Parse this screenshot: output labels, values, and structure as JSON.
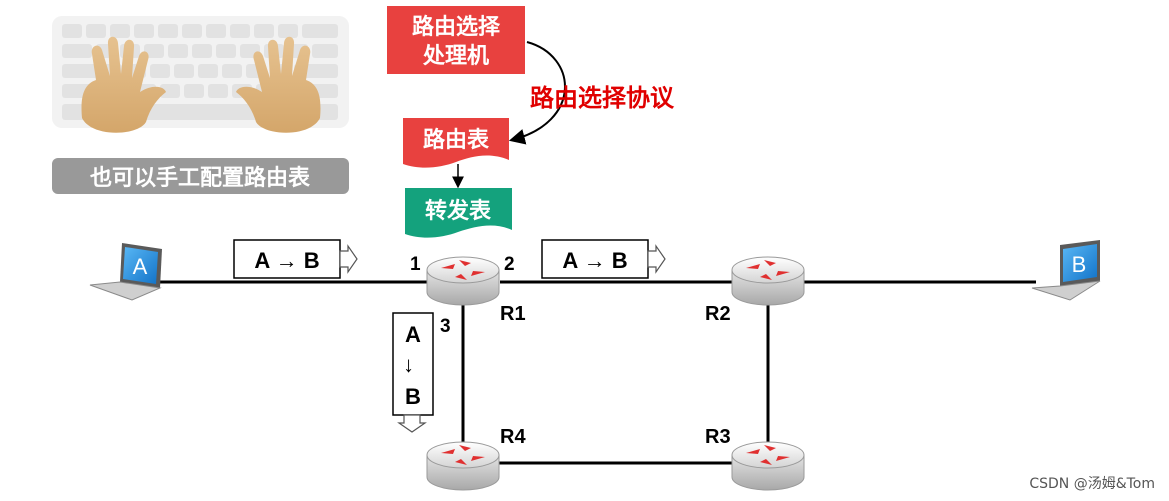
{
  "keyboard_caption": "也可以手工配置路由表",
  "routing_processor": {
    "line1": "路由选择",
    "line2": "处理机"
  },
  "routing_protocol": "路由选择协议",
  "routing_table": "路由表",
  "forwarding_table": "转发表",
  "hosts": {
    "a": "A",
    "b": "B"
  },
  "routers": {
    "r1": "R1",
    "r2": "R2",
    "r3": "R3",
    "r4": "R4"
  },
  "ports": {
    "p1": "1",
    "p2": "2",
    "p3": "3"
  },
  "packet_labels": {
    "left": "A → B",
    "right": "A → B",
    "down_top": "A",
    "down_arrow": "→",
    "down_bottom": "B"
  },
  "watermark": "CSDN @汤姆&Tom",
  "colors": {
    "red_box": "#e8413f",
    "green_box": "#14a27d",
    "protocol_text": "#e00000",
    "caption_bg": "#999999",
    "link": "#000000",
    "laptop_screen": "#1e90e6"
  }
}
